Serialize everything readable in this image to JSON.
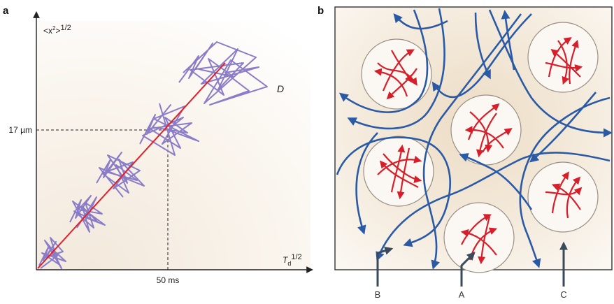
{
  "panel_a": {
    "label": "a",
    "y_axis_label": "<x",
    "y_axis_sup": "2",
    "y_axis_tail": ">",
    "y_axis_exp": "1/2",
    "x_axis_label": "T",
    "x_axis_sub": "d",
    "x_axis_exp": "1/2",
    "y_marker": "17 µm",
    "x_marker": "50 ms",
    "line_label": "D",
    "colors": {
      "line": "#e0202a",
      "walk": "#8a7cc8",
      "axis": "#222222"
    }
  },
  "panel_b": {
    "label": "b",
    "callouts": [
      "B",
      "A",
      "C"
    ],
    "colors": {
      "flow": "#2a5aa6",
      "domain_arrows": "#d81e2a",
      "pointer": "#3a4a5a"
    }
  }
}
